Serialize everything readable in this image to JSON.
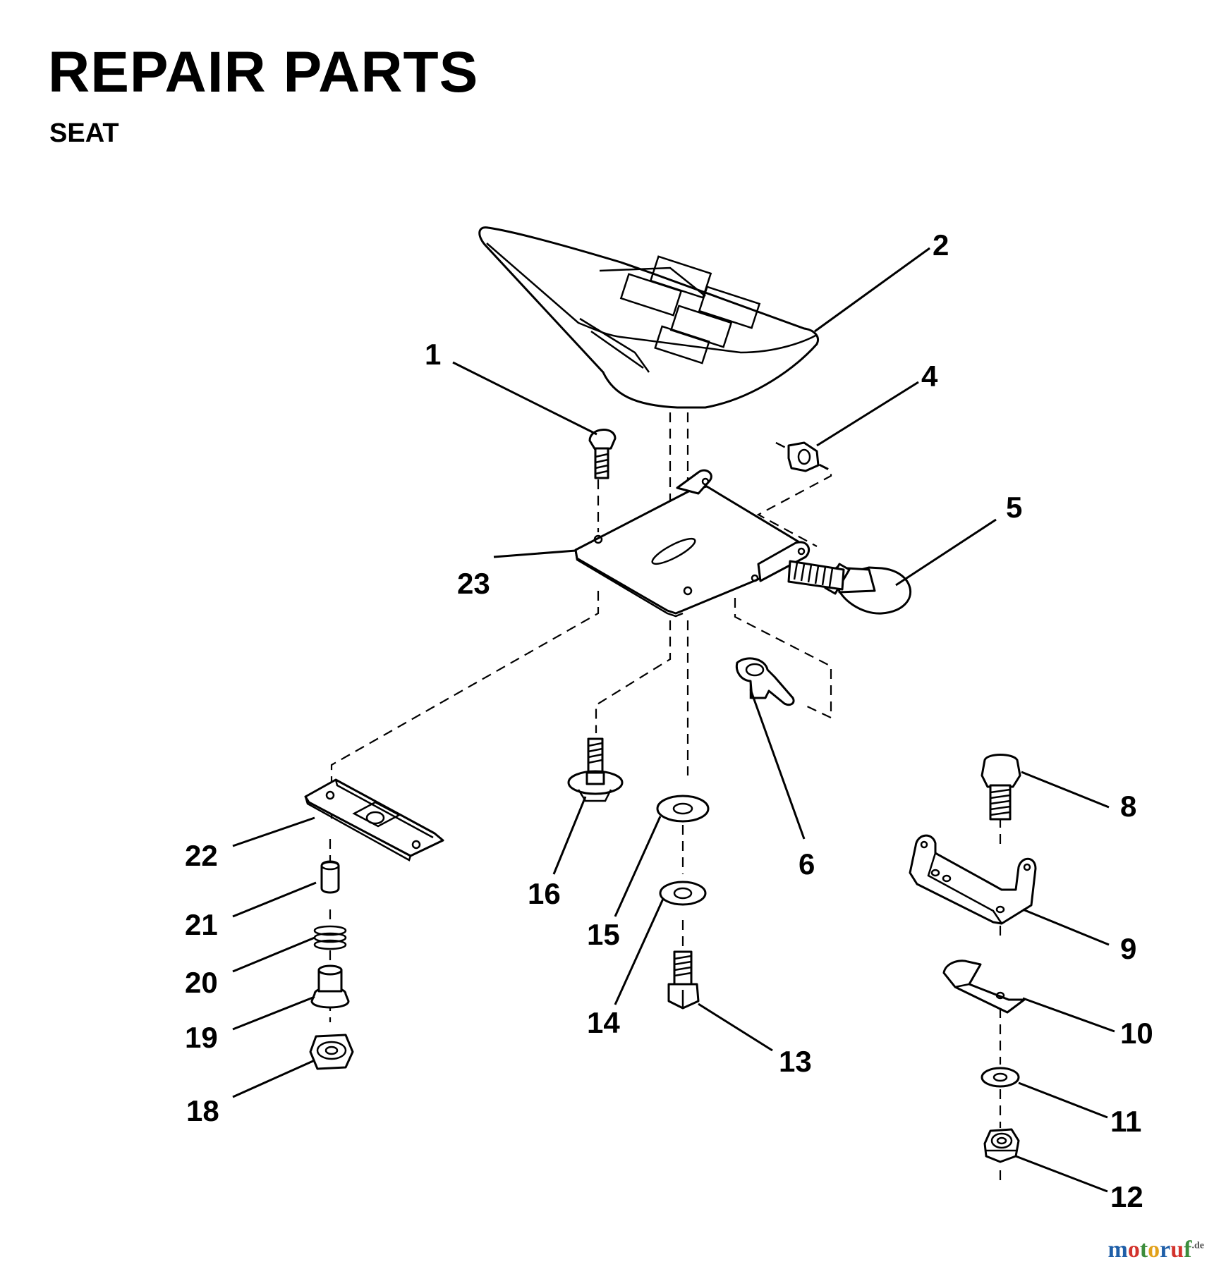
{
  "header": {
    "title": "REPAIR PARTS",
    "subtitle": "SEAT"
  },
  "callouts": {
    "c1": "1",
    "c2": "2",
    "c4": "4",
    "c5": "5",
    "c6": "6",
    "c8": "8",
    "c9": "9",
    "c10": "10",
    "c11": "11",
    "c12": "12",
    "c13": "13",
    "c14": "14",
    "c15": "15",
    "c16": "16",
    "c18": "18",
    "c19": "19",
    "c20": "20",
    "c21": "21",
    "c22": "22",
    "c23": "23"
  },
  "watermark": {
    "brand": "motoruf",
    "suffix": ".de"
  }
}
